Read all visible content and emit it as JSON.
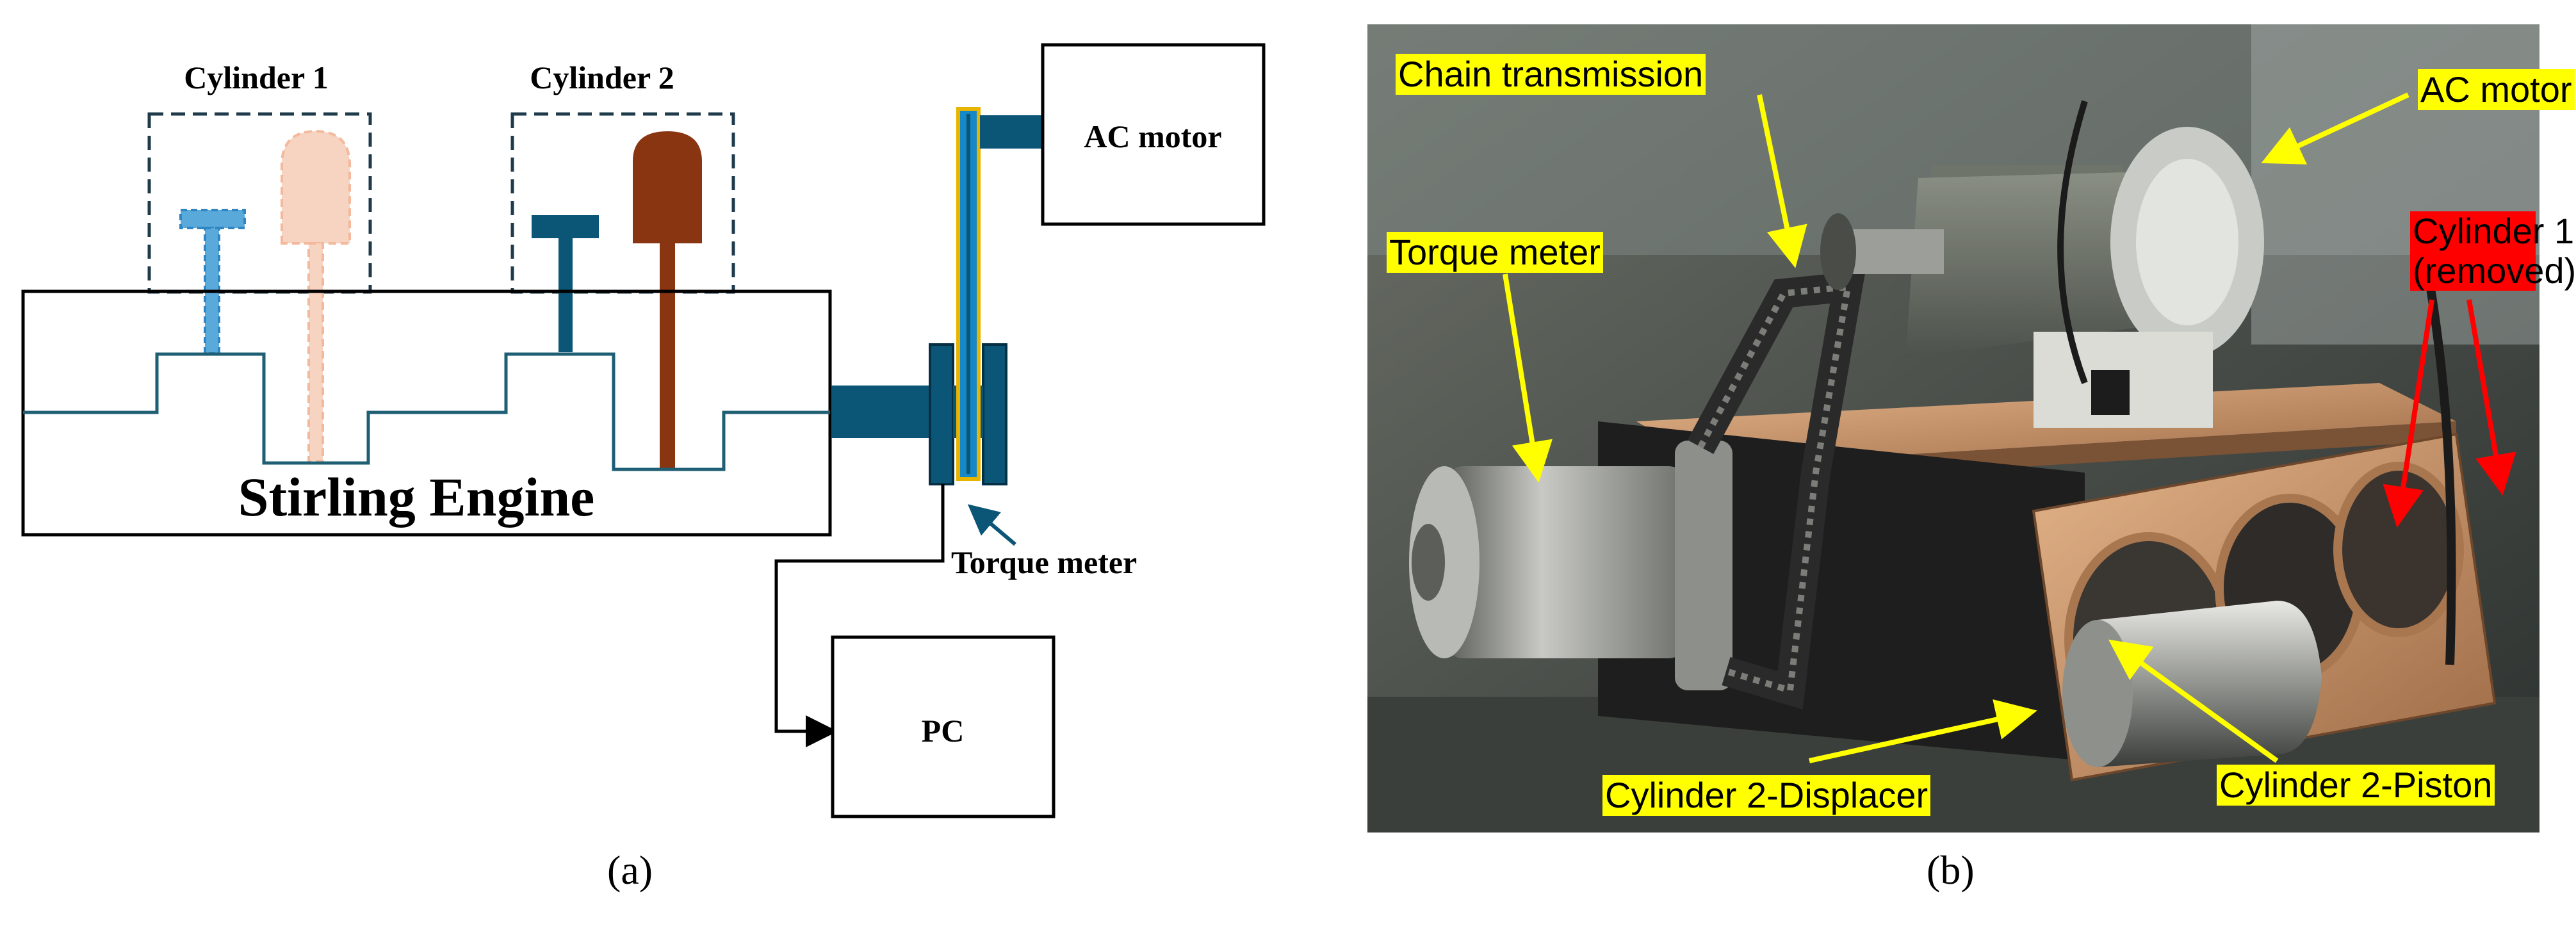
{
  "panel_a": {
    "label_cylinder_1": "Cylinder 1",
    "label_cylinder_2": "Cylinder 2",
    "label_engine": "Stirling Engine",
    "label_ac_motor": "AC motor",
    "label_torque_meter": "Torque meter",
    "label_pc": "PC",
    "caption": "(a)"
  },
  "panel_b": {
    "tag_chain": "Chain transmission",
    "tag_ac_motor": "AC motor",
    "tag_torque": "Torque meter",
    "tag_cyl1_line1": "Cylinder 1",
    "tag_cyl1_line2": "(removed)",
    "tag_displacer": "Cylinder 2-Displacer",
    "tag_piston": "Cylinder 2-Piston",
    "caption": "(b)"
  },
  "colors": {
    "engine_line": "#1e5f73",
    "shaft": "#0b5577",
    "cyl1_displacer": "#5aa9db",
    "cyl1_piston": "#f7d3c1",
    "cyl2_piston": "#8a3512",
    "belt_outline": "#e8b400",
    "tag_yellow": "#ffff00",
    "tag_red": "#ff0000"
  }
}
